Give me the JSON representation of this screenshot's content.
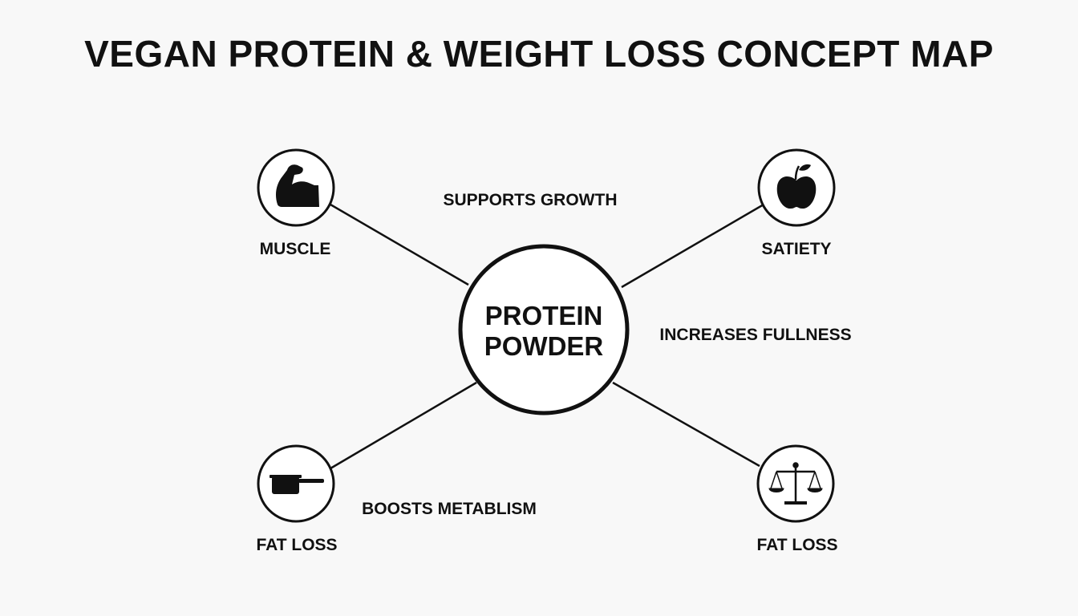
{
  "title": "VEGAN PROTEIN & WEIGHT LOSS CONCEPT MAP",
  "center": {
    "line1": "PROTEIN",
    "line2": "POWDER"
  },
  "nodes": [
    {
      "id": "top-left",
      "label": "MUSCLE",
      "icon": "flexed-arm-icon"
    },
    {
      "id": "top-right",
      "label": "SATIETY",
      "icon": "apple-icon"
    },
    {
      "id": "bottom-left",
      "label": "FAT LOSS",
      "icon": "scoop-icon"
    },
    {
      "id": "bottom-right",
      "label": "FAT LOSS",
      "icon": "balance-scale-icon"
    }
  ],
  "links": [
    {
      "text": "SUPPORTS GROWTH"
    },
    {
      "text": "INCREASES FULLNESS"
    },
    {
      "text": "BOOSTS METABLISM"
    }
  ],
  "colors": {
    "ink": "#111111",
    "background": "#f8f8f8"
  }
}
